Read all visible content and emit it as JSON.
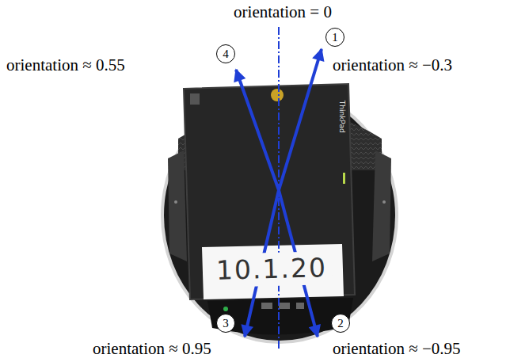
{
  "diagram": {
    "nodes": [
      {
        "text": [
          "1"
        ]
      },
      {
        "text": [
          "4"
        ]
      },
      {
        "text": [
          "3"
        ]
      },
      {
        "text": [
          "2"
        ]
      }
    ],
    "labels": [
      "orientation = 0",
      "orientation ≈ 0.55",
      "orientation ≈ −0.3",
      "ThinkPad",
      "10.1.20",
      "orientation ≈ 0.95",
      "orientation ≈ −0.95"
    ]
  }
}
